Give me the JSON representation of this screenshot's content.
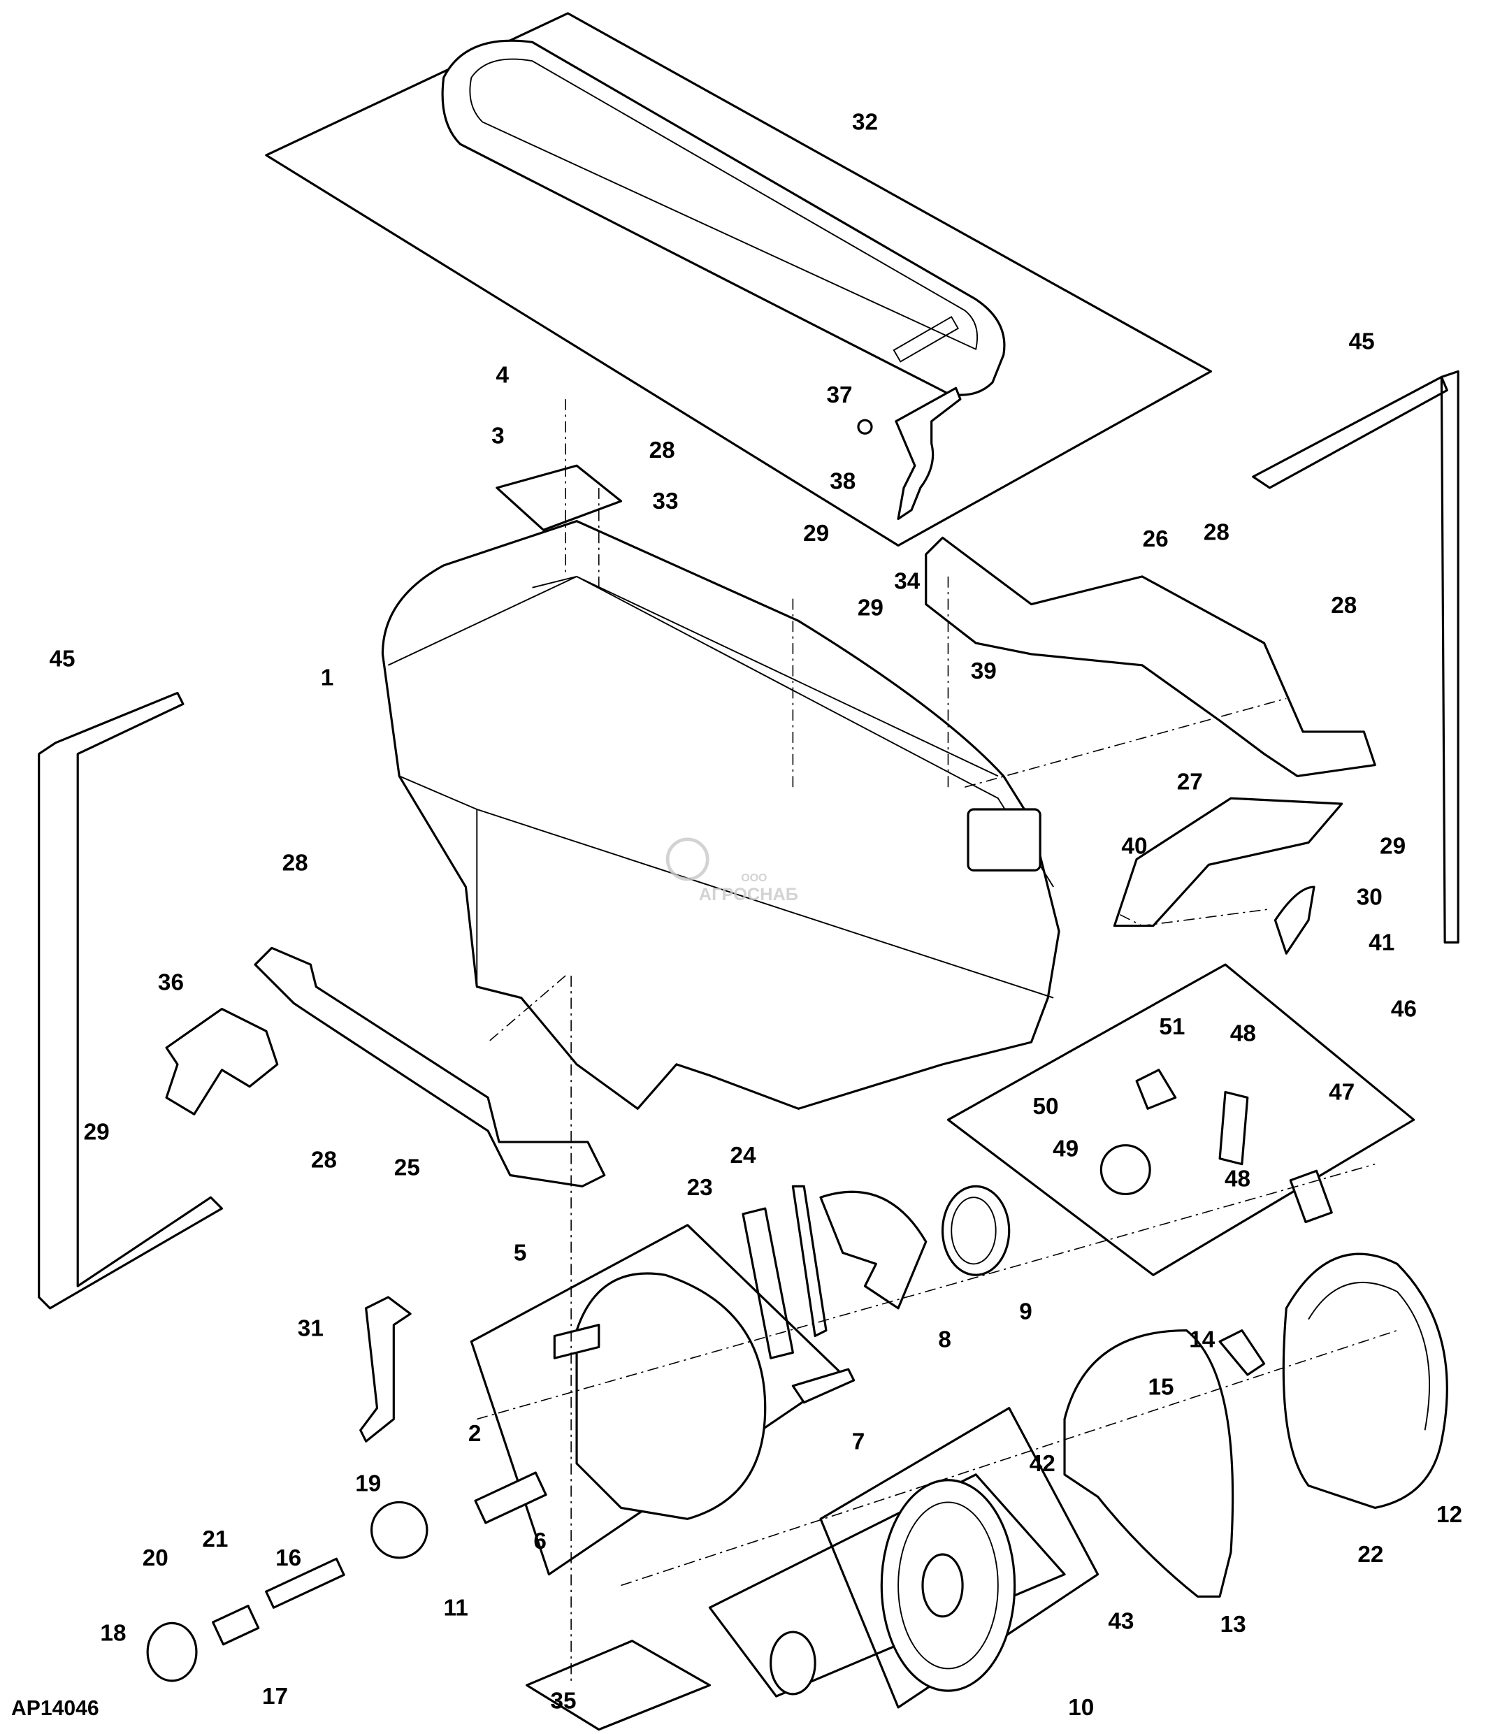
{
  "figure_id": "AP14046",
  "watermark": {
    "line1": "ООО",
    "line2": "АГРОСНАБ"
  },
  "callouts": [
    "32",
    "45",
    "4",
    "37",
    "3",
    "28",
    "33",
    "38",
    "29",
    "26",
    "28",
    "34",
    "29",
    "39",
    "28",
    "45",
    "1",
    "27",
    "40",
    "29",
    "30",
    "41",
    "28",
    "36",
    "46",
    "51",
    "48",
    "47",
    "50",
    "49",
    "48",
    "29",
    "28",
    "25",
    "24",
    "23",
    "5",
    "9",
    "8",
    "31",
    "14",
    "15",
    "2",
    "7",
    "19",
    "42",
    "12",
    "22",
    "21",
    "20",
    "16",
    "6",
    "11",
    "43",
    "13",
    "18",
    "17",
    "35",
    "10"
  ]
}
